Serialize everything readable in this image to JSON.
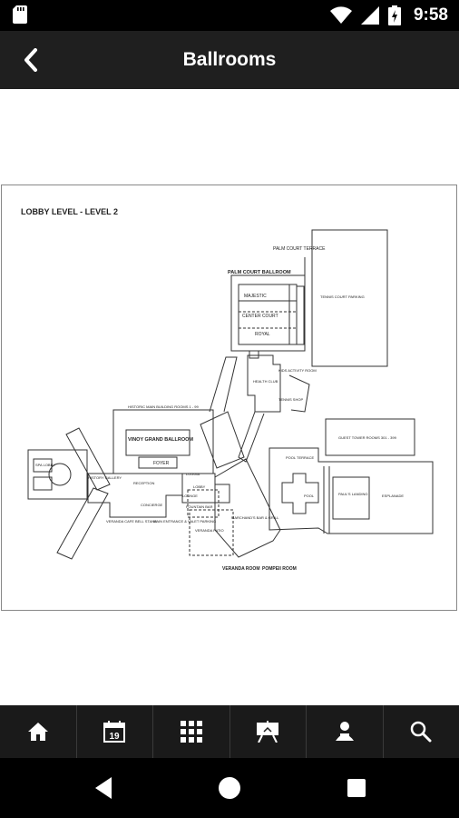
{
  "status_bar": {
    "time": "9:58"
  },
  "app_bar": {
    "title": "Ballrooms"
  },
  "map": {
    "heading": "LOBBY LEVEL - LEVEL 2",
    "labels": {
      "palm_court_terrace": "PALM COURT TERRACE",
      "palm_court_ballroom": "PALM COURT BALLROOM",
      "majestic": "MAJESTIC",
      "center_court": "CENTER COURT",
      "royal": "ROYAL",
      "tennis": "TENNIS COURT PARKING",
      "health_club": "HEALTH CLUB",
      "kids_activity": "KIDS ACTIVITY ROOM",
      "tennis_shop": "TENNIS SHOP",
      "historic": "HISTORIC MAIN BUILDING ROOMS 1 - 99",
      "vinoy_grand": "VINOY GRAND BALLROOM",
      "foyer": "FOYER",
      "guest_tower": "GUEST TOWER ROOMS 301 - 399",
      "pool_terrace": "POOL TERRACE",
      "pool": "POOL",
      "pauls": "PAUL'S LANDING",
      "esplanade": "ESPLANADE",
      "veranda_room": "VERANDA ROOM",
      "pompeii_room": "POMPEII ROOM",
      "marchands": "MARCHAND'S BAR & GRILL",
      "veranda_patio": "VERANDA PATIO",
      "main_entrance": "MAIN ENTRANCE & VALET PARKING",
      "bell_stand": "BELL STAND",
      "veranda_cafe": "VERANDA CAFE",
      "history_gallery": "HISTORY GALLERY",
      "reception": "RECEPTION",
      "concierge": "CONCIERGE",
      "lounge": "LOUNGE",
      "fountain_bar": "FOUNTAIN BAR",
      "loggia": "LOGGIA",
      "lobby": "LOBBY",
      "spa_lobby": "SPA LOBBY"
    }
  },
  "bottom_nav": {
    "items": [
      {
        "name": "home",
        "icon": "home-icon"
      },
      {
        "name": "calendar",
        "icon": "calendar-icon",
        "label": "19"
      },
      {
        "name": "grid",
        "icon": "grid-icon"
      },
      {
        "name": "presentation",
        "icon": "easel-icon"
      },
      {
        "name": "attendees",
        "icon": "people-icon"
      },
      {
        "name": "search",
        "icon": "search-icon"
      }
    ]
  },
  "colors": {
    "status_bar": "#000000",
    "app_bar": "#1f1f1f",
    "bottom_nav": "#1a1a1a",
    "map_line": "#333333"
  }
}
